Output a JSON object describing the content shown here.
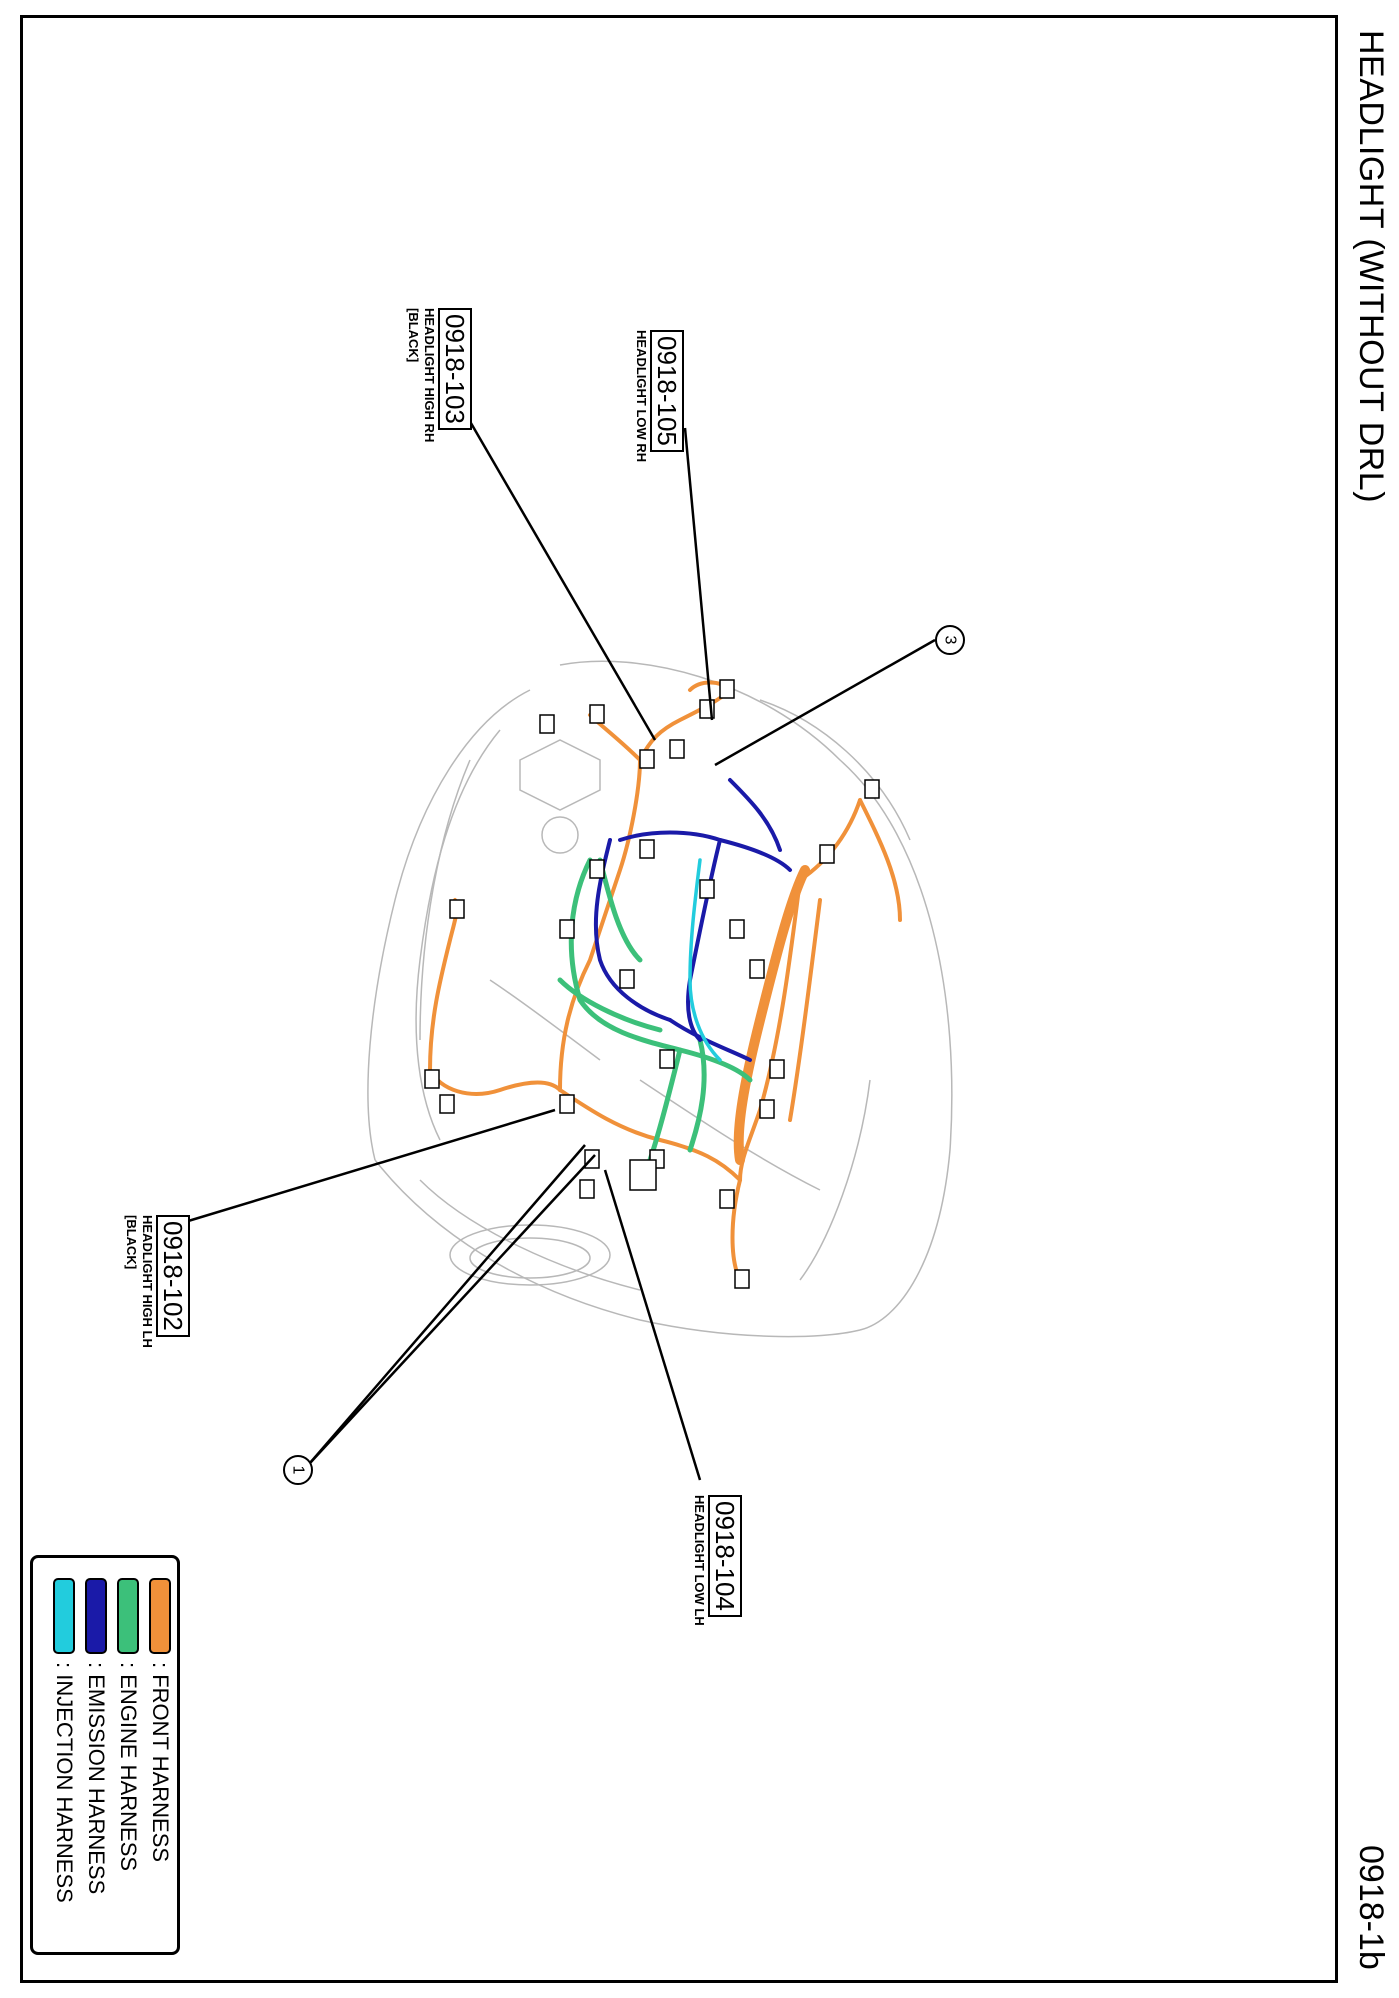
{
  "page": {
    "title": "HEADLIGHT (WITHOUT DRL)",
    "page_number": "0918-1b"
  },
  "callouts": [
    {
      "code": "0918-103",
      "desc1": "HEADLIGHT HIGH RH",
      "desc2": "[BLACK]"
    },
    {
      "code": "0918-105",
      "desc1": "HEADLIGHT LOW RH",
      "desc2": ""
    },
    {
      "code": "0918-102",
      "desc1": "HEADLIGHT HIGH LH",
      "desc2": "[BLACK]"
    },
    {
      "code": "0918-104",
      "desc1": "HEADLIGHT LOW LH",
      "desc2": ""
    }
  ],
  "markers": [
    "1",
    "3"
  ],
  "legend": [
    {
      "label": ": FRONT HARNESS",
      "color": "#f0913a"
    },
    {
      "label": ": ENGINE HARNESS",
      "color": "#3cc07a"
    },
    {
      "label": ": EMISSION HARNESS",
      "color": "#1a1aa8"
    },
    {
      "label": ": INJECTION HARNESS",
      "color": "#22ccdd"
    }
  ]
}
